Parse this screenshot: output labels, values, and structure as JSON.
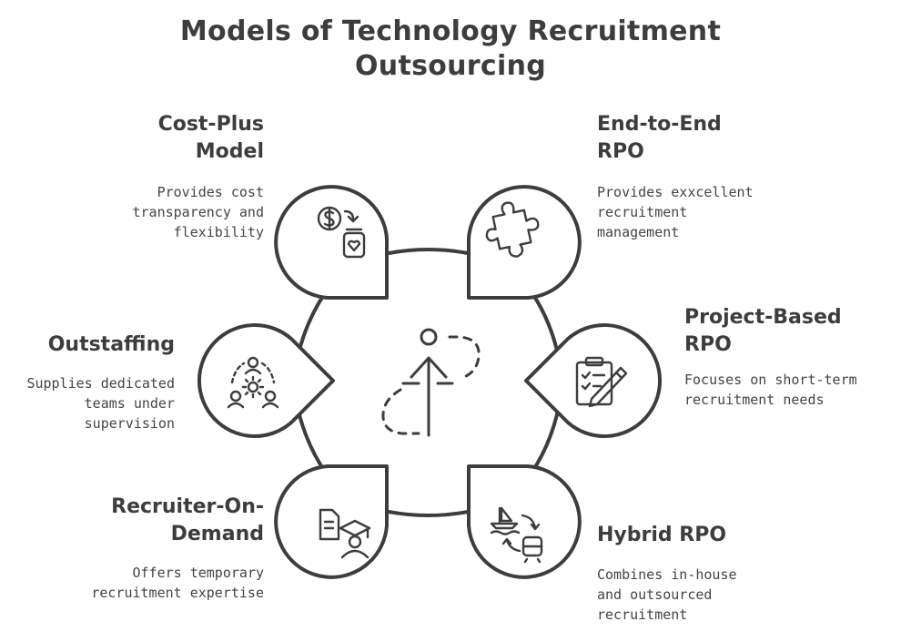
{
  "title_lines": [
    "Models of Technology Recruitment",
    "Outsourcing"
  ],
  "nodes": [
    {
      "id": "cost-plus",
      "title_lines": [
        "Cost-Plus",
        "Model"
      ],
      "desc_lines": [
        "Provides cost",
        "transparency and",
        "flexibility"
      ],
      "icon": "dollar-jar-icon"
    },
    {
      "id": "end-to-end",
      "title_lines": [
        "End-to-End",
        "RPO"
      ],
      "desc_lines": [
        "Provides exxcellent",
        "recruitment",
        "management"
      ],
      "icon": "puzzle-icon"
    },
    {
      "id": "outstaffing",
      "title_lines": [
        "Outstaffing"
      ],
      "desc_lines": [
        "Supplies dedicated",
        "teams under",
        "supervision"
      ],
      "icon": "team-gear-icon"
    },
    {
      "id": "project-based",
      "title_lines": [
        "Project-Based",
        "RPO"
      ],
      "desc_lines": [
        "Focuses on short-term",
        "recruitment needs"
      ],
      "icon": "clipboard-pencil-icon"
    },
    {
      "id": "recruiter-on-demand",
      "title_lines": [
        "Recruiter-On-",
        "Demand"
      ],
      "desc_lines": [
        "Offers temporary",
        "recruitment expertise"
      ],
      "icon": "graduate-document-icon"
    },
    {
      "id": "hybrid",
      "title_lines": [
        "Hybrid RPO"
      ],
      "desc_lines": [
        "Combines in-house",
        "and outsourced",
        "recruitment"
      ],
      "icon": "boat-train-icon"
    }
  ],
  "center_icon": "growth-arrow-icon",
  "colors": {
    "stroke": "#3d3d3d",
    "text": "#3d3d3d",
    "background": "#ffffff"
  }
}
